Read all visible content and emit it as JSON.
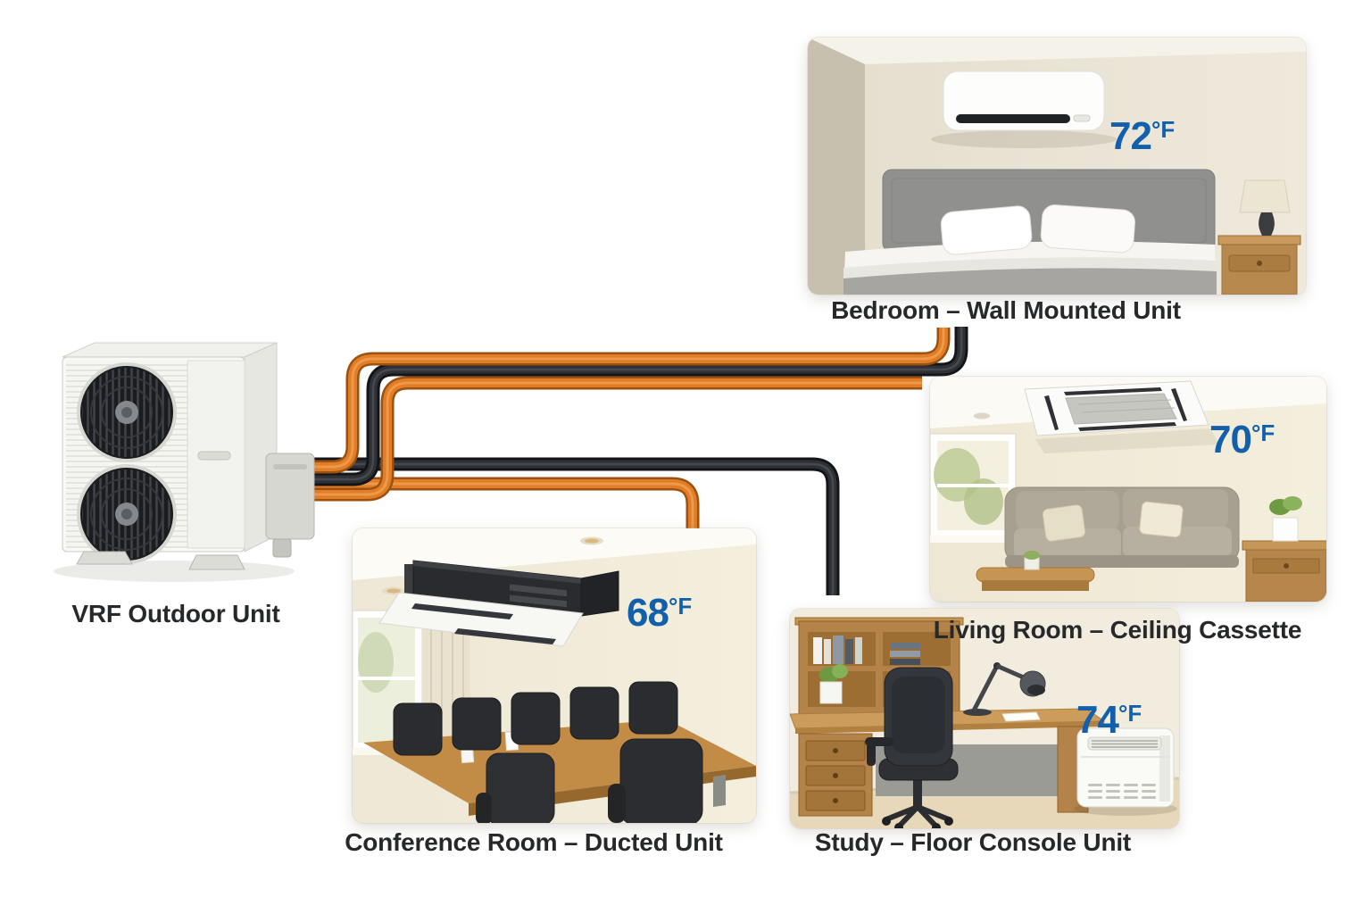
{
  "outdoor_unit": {
    "label": "VRF Outdoor Unit"
  },
  "rooms": [
    {
      "id": "bedroom",
      "label": "Bedroom – Wall Mounted Unit",
      "temperature": "72",
      "temp_unit": "°F"
    },
    {
      "id": "living-room",
      "label": "Living Room – Ceiling Cassette",
      "temperature": "70",
      "temp_unit": "°F"
    },
    {
      "id": "conference-room",
      "label": "Conference Room – Ducted Unit",
      "temperature": "68",
      "temp_unit": "°F"
    },
    {
      "id": "study",
      "label": "Study – Floor Console Unit",
      "temperature": "74",
      "temp_unit": "°F"
    }
  ],
  "colors": {
    "temperature_text": "#1260ab",
    "label_text": "#26282a",
    "pipe_orange": "#e07d26",
    "pipe_black": "#2e3136",
    "background": "#ffffff"
  }
}
